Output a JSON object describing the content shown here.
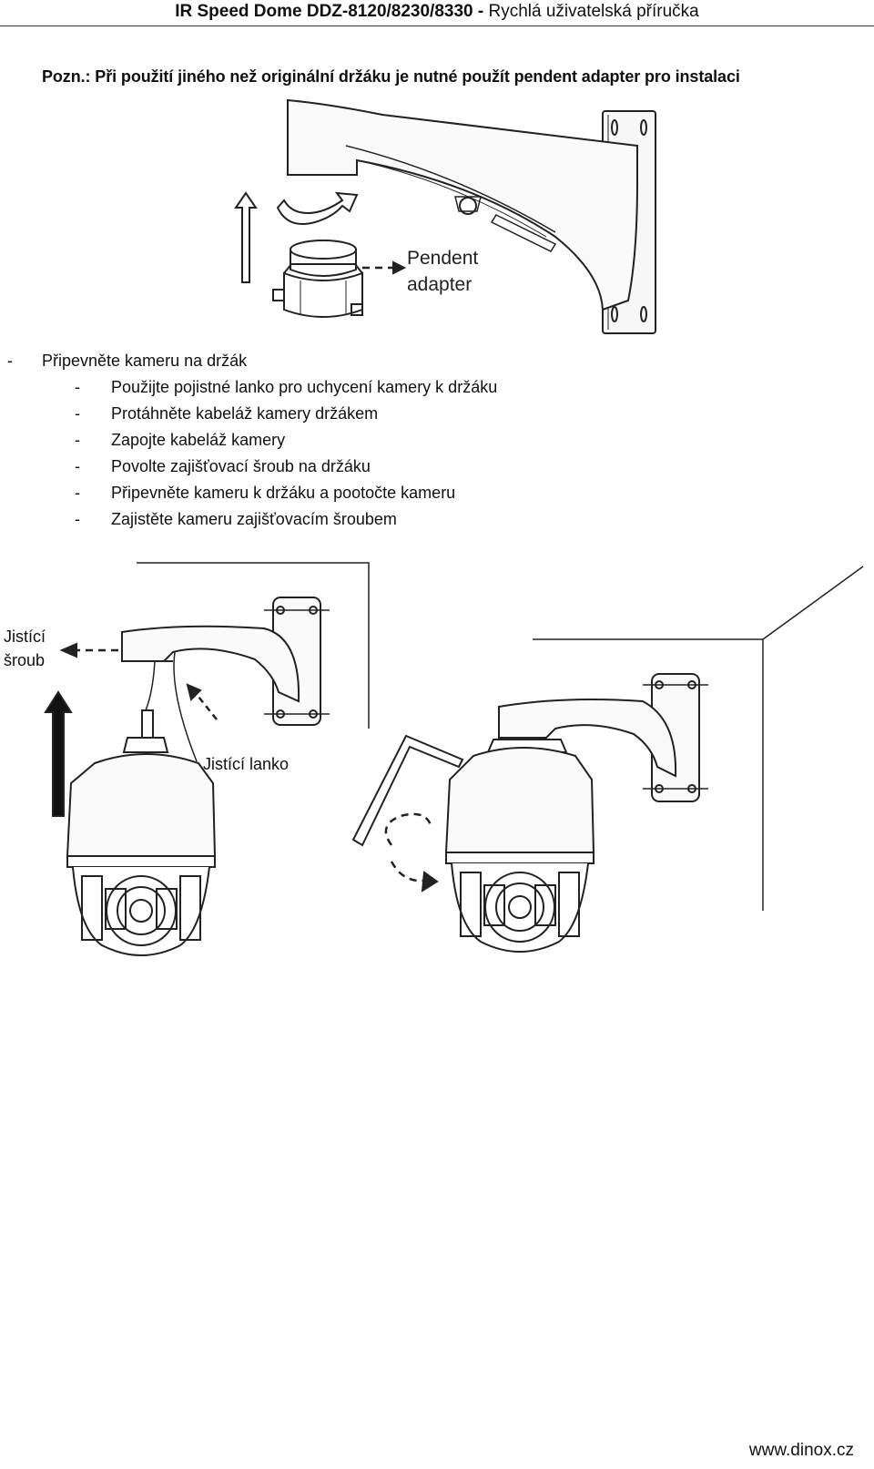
{
  "header": {
    "title_bold": "IR Speed Dome DDZ-8120/8230/8330 -",
    "title_rest": " Rychlá uživatelská příručka"
  },
  "note": {
    "prefix": "Pozn.:",
    "text": " Při použití jiného než originální držáku je nutné použít pendent adapter pro instalaci"
  },
  "figure_top": {
    "label_line1": "Pendent",
    "label_line2": "adapter"
  },
  "steps": {
    "dash": "-",
    "main": "Připevněte kameru na držák",
    "items": [
      "Použijte pojistné lanko pro uchycení kamery k držáku",
      "Protáhněte kabeláž kamery držákem",
      "Zapojte kabeláž kamery",
      "Povolte zajišťovací šroub na držáku",
      "Připevněte kameru k držáku a pootočte kameru",
      "Zajistěte kameru zajišťovacím šroubem"
    ]
  },
  "figure_bottom": {
    "screw_label_line1": "Jistící",
    "screw_label_line2": "šroub",
    "cable_label": "Jistící lanko"
  },
  "footer": {
    "website": "www.dinox.cz"
  }
}
